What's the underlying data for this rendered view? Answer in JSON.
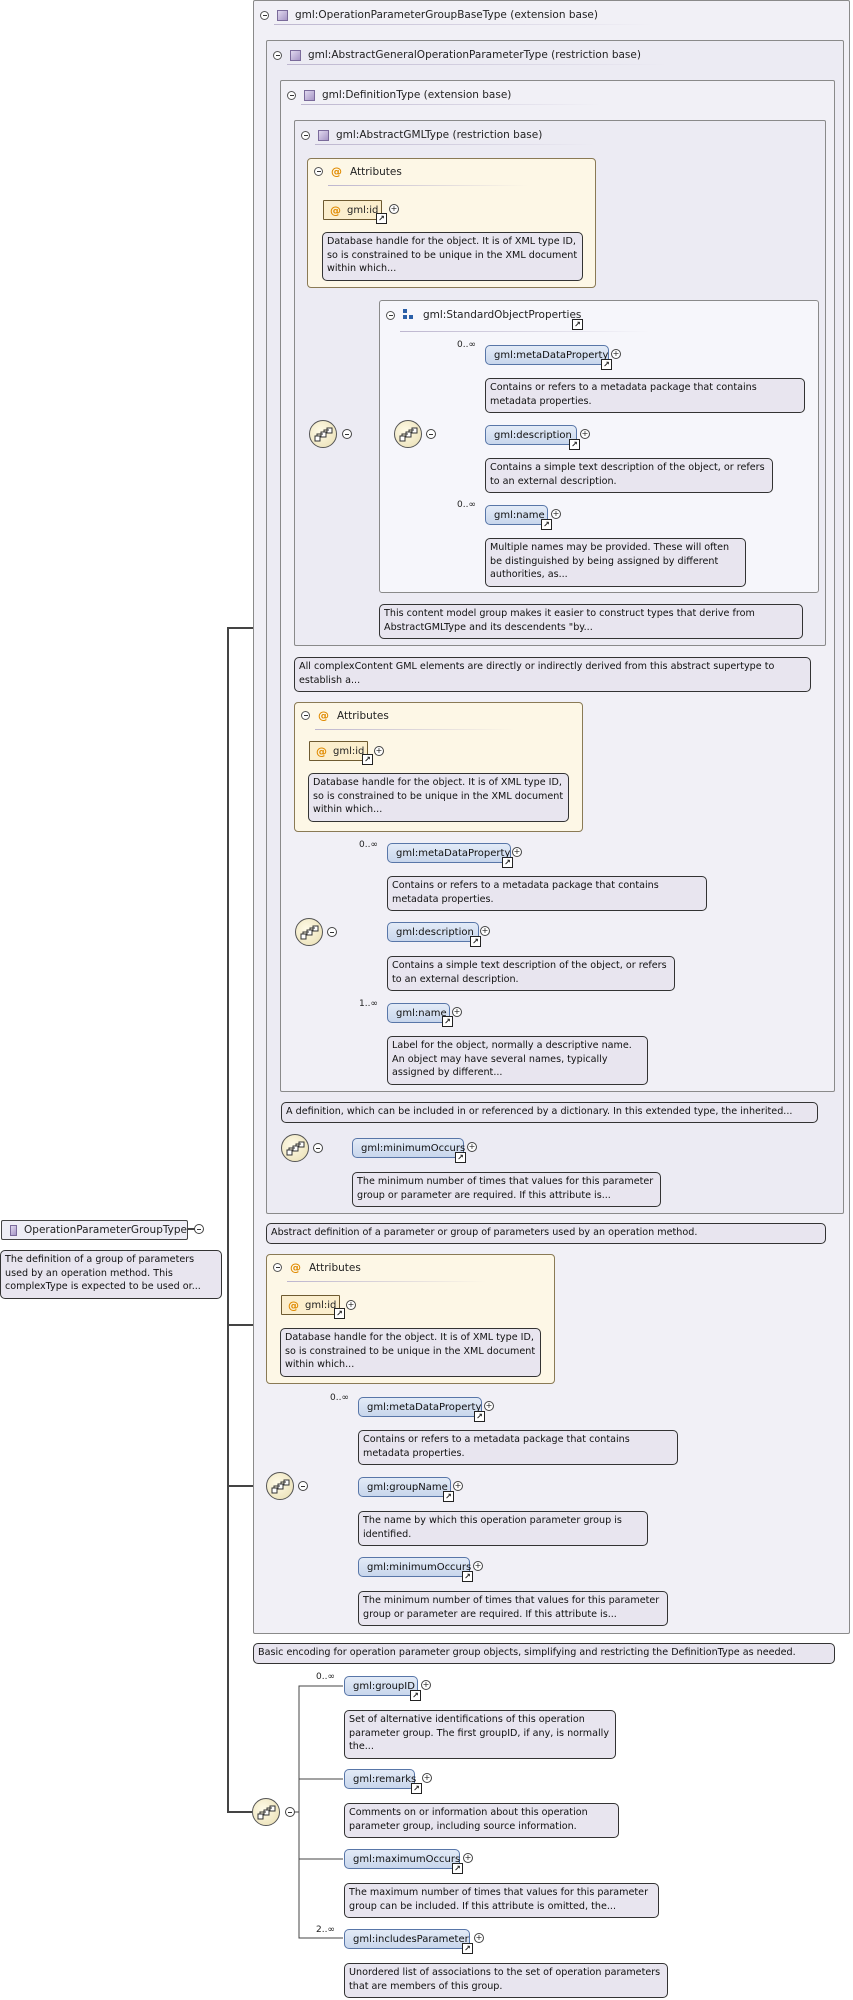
{
  "root": {
    "label": "OperationParameterGroupType",
    "doc": "The definition of a group of parameters used by an operation method. This complexType is expected to be used or..."
  },
  "boxes": {
    "opgb": {
      "title": "gml:OperationParameterGroupBaseType (extension base)",
      "doc": "Basic encoding for operation parameter group objects, simplifying and restricting the DefinitionType as needed."
    },
    "agop": {
      "title": "gml:AbstractGeneralOperationParameterType (restriction base)",
      "doc": "Abstract definition of a parameter or group of parameters used by an operation method."
    },
    "def": {
      "title": "gml:DefinitionType (extension base)",
      "doc": "A definition, which can be included in or referenced by a dictionary. In this extended type, the inherited..."
    },
    "agml": {
      "title": "gml:AbstractGMLType (restriction base)",
      "doc": "All complexContent GML elements are directly or indirectly derived from this abstract supertype to establish a..."
    },
    "std": {
      "title": "gml:StandardObjectProperties",
      "doc": "This content model group makes it easier to construct types that derive from AbstractGMLType and its descendents \"by..."
    }
  },
  "attributes": {
    "title": "Attributes",
    "id_label": "gml:id",
    "id_doc": "Database handle for the object. It is of XML type ID, so is constrained to be unique in the XML document within which..."
  },
  "elements": {
    "metaDataProperty": {
      "label": "gml:metaDataProperty",
      "doc": "Contains or refers to a metadata package that contains metadata properties."
    },
    "description": {
      "label": "gml:description",
      "doc": "Contains a simple text description of the object, or refers to an external description."
    },
    "name_std": {
      "label": "gml:name",
      "doc": "Multiple names may be provided. These will often be distinguished by being assigned by different authorities, as..."
    },
    "name_def": {
      "label": "gml:name",
      "doc": "Label for the object, normally a descriptive name. An object may have several names, typically assigned by different..."
    },
    "minimumOccurs": {
      "label": "gml:minimumOccurs",
      "doc": "The minimum number of times that values for this parameter group or parameter are required. If this attribute is..."
    },
    "groupName": {
      "label": "gml:groupName",
      "doc": "The name by which this operation parameter group is identified."
    },
    "groupID": {
      "label": "gml:groupID",
      "doc": "Set of alternative identifications of this operation parameter group. The first groupID, if any, is normally the..."
    },
    "remarks": {
      "label": "gml:remarks",
      "doc": "Comments on or information about this operation parameter group, including source information."
    },
    "maximumOccurs": {
      "label": "gml:maximumOccurs",
      "doc": "The maximum number of times that values for this parameter group can be included. If this attribute is omitted, the..."
    },
    "includesParameter": {
      "label": "gml:includesParameter",
      "doc": "Unordered list of associations to the set of operation parameters that are members of this group."
    }
  },
  "cardinality": {
    "zero_many": "0..∞",
    "one_many": "1..∞",
    "two_many": "2..∞"
  },
  "icons": {
    "toggle": "minus-toggle-icon",
    "link": "link-arrow-icon",
    "expand": "plus-icon",
    "sequence": "sequence-icon",
    "attribute": "at-icon",
    "type": "complex-type-icon",
    "group": "group-icon"
  },
  "colors": {
    "element_fill": "#d3def0",
    "doc_fill": "#e8e5ef",
    "attr_fill": "#fdf7e6",
    "box_fill": "#f1f0f6"
  }
}
